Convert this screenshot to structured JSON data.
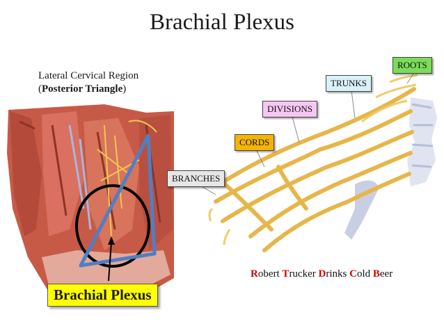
{
  "title": "Brachial Plexus",
  "region": {
    "line1": "Lateral Cervical Region",
    "line2_open": "(",
    "line2_bold": "Posterior Triangle",
    "line2_close": ")"
  },
  "labels": {
    "roots": "ROOTS",
    "trunks": "TRUNKS",
    "divisions": "DIVISIONS",
    "cords": "CORDS",
    "branches": "BRANCHES"
  },
  "brachial_plexus_label": "Brachial Plexus",
  "mnemonic": [
    {
      "initial": "R",
      "rest": "obert "
    },
    {
      "initial": "T",
      "rest": "rucker "
    },
    {
      "initial": "D",
      "rest": "rinks "
    },
    {
      "initial": "C",
      "rest": "old "
    },
    {
      "initial": "B",
      "rest": "eer"
    }
  ],
  "colors": {
    "roots": "#7bdc5a",
    "trunks": "#d9f2f7",
    "divisions": "#f6c7f3",
    "cords": "#f5b400",
    "branches": "#e6e6e6",
    "highlight": "#ffff00",
    "triangle": "#4f7fc4",
    "mnemonic_initial": "#d40000"
  }
}
